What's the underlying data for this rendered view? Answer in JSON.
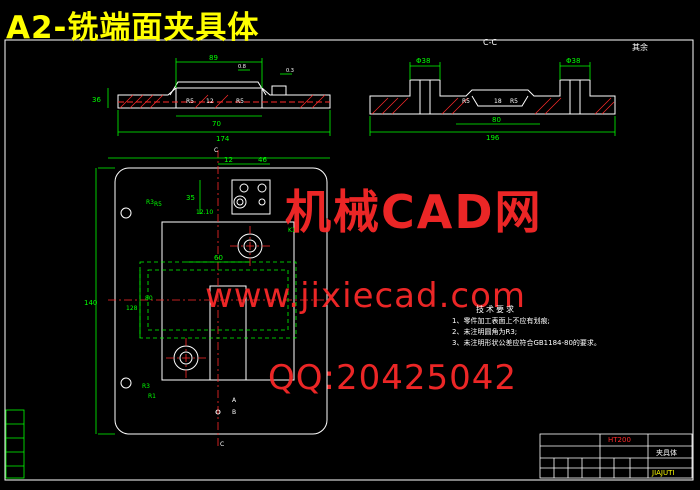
{
  "title": "A2-铣端面夹具体",
  "watermark": {
    "line1": "机械CAD网",
    "line2": "www.jixiecad.com",
    "line3": "QQ:20425042"
  },
  "section_label": "C-C",
  "view_label": "其余",
  "dimensions": {
    "top_left_view": [
      "89",
      "70",
      "174",
      "36",
      "R5",
      "12",
      "R5",
      "0.8",
      "0.3"
    ],
    "top_right_view": [
      "Φ38",
      "Φ38",
      "R5",
      "80",
      "196",
      "R5",
      "18"
    ],
    "plan_view": [
      "12",
      "46",
      "35",
      "12.10",
      "140",
      "80",
      "128",
      "60",
      "R3",
      "R5",
      "R3",
      "R1",
      "K1",
      "A",
      "B",
      "C",
      "C"
    ]
  },
  "technical_requirements": {
    "title": "技术要求",
    "items": [
      "1、零件加工表面上不应有划痕;",
      "2、未注明圆角为R3;",
      "3、未注明形状公差应符合GB1184-80的要求。"
    ]
  },
  "title_block": {
    "material": "HT200",
    "part_name": "夹具体",
    "code": "JIAJUTI"
  },
  "colors": {
    "background": "#000000",
    "outline": "#ffffff",
    "dimension": "#00ff00",
    "centerline": "#ff2a2a",
    "title": "#ffff00",
    "watermark": "#ff2a2a"
  }
}
